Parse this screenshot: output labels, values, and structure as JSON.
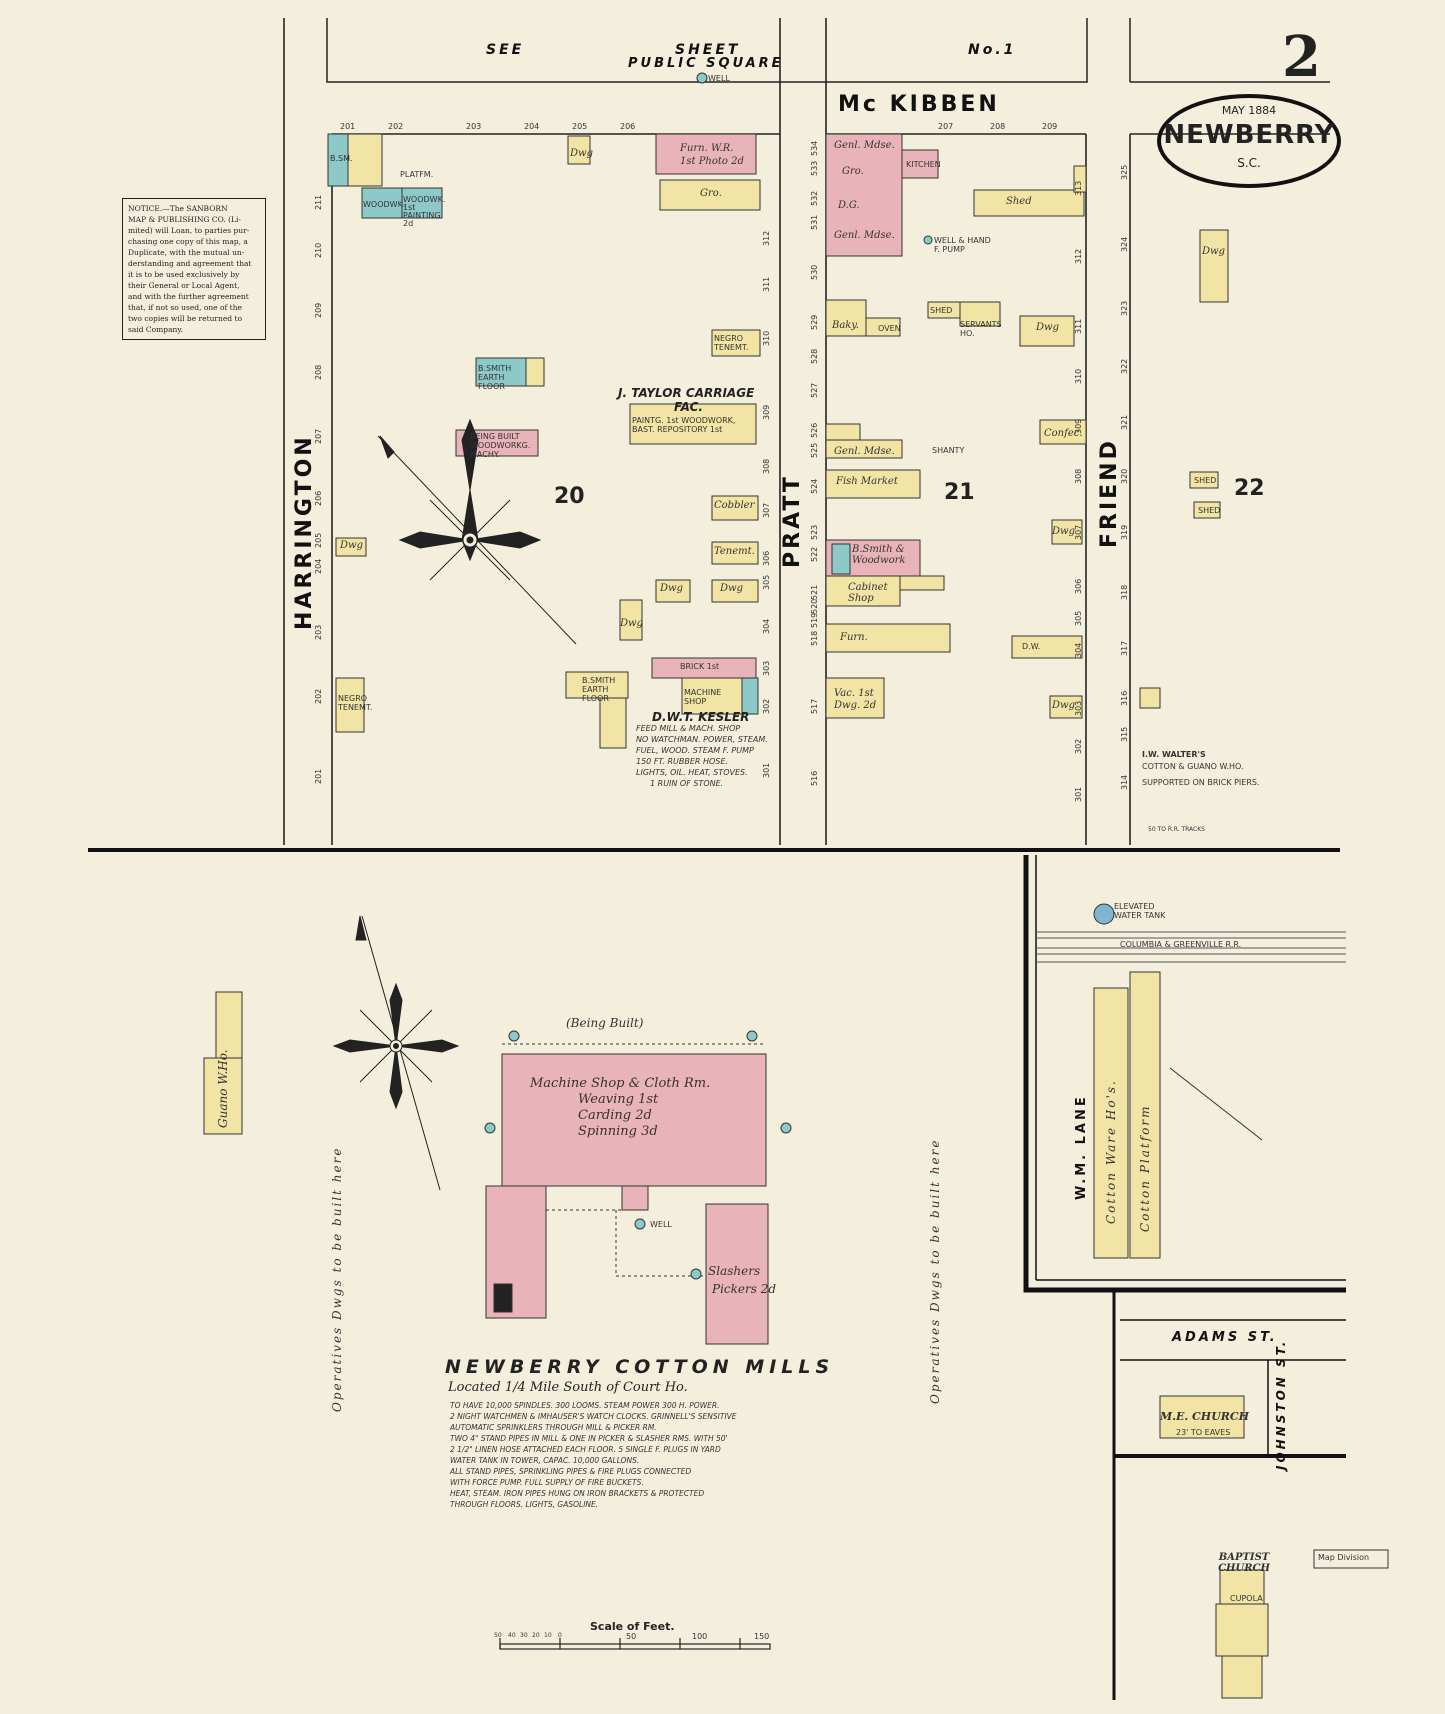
{
  "header": {
    "see_words": [
      "SEE",
      "SHEET",
      "No.1"
    ],
    "public_square": "PUBLIC SQUARE",
    "page_number": "2",
    "well_top": "WELL"
  },
  "logo": {
    "date": "MAY 1884",
    "town": "NEWBERRY",
    "state": "S.C."
  },
  "notice": {
    "lines": [
      "NOTICE.—The SANBORN",
      "MAP & PUBLISHING CO. (Li-",
      "mited) will Loan, to parties pur-",
      "chasing one copy of this map, a",
      "Duplicate, with the mutual un-",
      "derstanding and agreement that",
      "it is to be used exclusively by",
      "their General or Local Agent,",
      "and with the further agreement",
      "that, if not so used, one of the",
      "two copies will be returned to",
      "said Company."
    ]
  },
  "streets": {
    "mckibben": "Mc KIBBEN",
    "harrington": "HARRINGTON",
    "pratt": "PRATT",
    "friend": "FRIEND",
    "adams": "ADAMS ST.",
    "johnston": "JOHNSTON ST.",
    "railroad": "COLUMBIA & GREENVILLE R.R."
  },
  "blocks": {
    "b20": "20",
    "b21": "21",
    "b22": "22"
  },
  "house_numbers": {
    "mckibben_top": [
      "201",
      "202",
      "203",
      "204",
      "205",
      "206",
      "207",
      "208",
      "209"
    ],
    "harrington": [
      "211",
      "210",
      "209",
      "208",
      "207",
      "206",
      "205",
      "204",
      "203",
      "202",
      "201"
    ],
    "pratt_west": [
      "312",
      "311",
      "310",
      "309",
      "308",
      "307",
      "306",
      "305",
      "304",
      "303",
      "302",
      "301"
    ],
    "pratt_east": [
      "534",
      "533",
      "532",
      "531",
      "530",
      "529",
      "528",
      "527",
      "526",
      "525",
      "524",
      "523",
      "522",
      "521",
      "520",
      "519",
      "518",
      "517",
      "516"
    ],
    "friend_west": [
      "313",
      "312",
      "311",
      "310",
      "309",
      "308",
      "307",
      "306",
      "305",
      "304",
      "303",
      "302",
      "301"
    ],
    "friend_east": [
      "325",
      "324",
      "323",
      "322",
      "321",
      "320",
      "319",
      "318",
      "317",
      "316",
      "315",
      "314"
    ]
  },
  "buildings": {
    "block20": [
      {
        "label": "B.SM.",
        "color": "blue"
      },
      {
        "label": "PLATFM.",
        "color": "none"
      },
      {
        "label": "WOODWK.",
        "color": "blue"
      },
      {
        "label": "WOODWK. 1st PAINTING 2d",
        "color": "blue"
      },
      {
        "label": "Dwg",
        "color": "yellow"
      },
      {
        "label": "Furn. W.R. 1st Photo 2d",
        "color": "pink"
      },
      {
        "label": "Gro.",
        "color": "yellow"
      },
      {
        "label": "NEGRO TENEMT.",
        "color": "yellow"
      },
      {
        "label": "B.SMITH EARTH FLOOR",
        "color": "blue"
      },
      {
        "label": "J. TAYLOR CARRIAGE",
        "color": "none"
      },
      {
        "label": "FAC.",
        "color": "none"
      },
      {
        "label": "PAINTG. 1st WOODWORK, BAST. REPOSITORY 1st",
        "color": "yellow"
      },
      {
        "label": "BEING BUILT WOODWORKG. MACHY.",
        "color": "pink"
      },
      {
        "label": "Dwg",
        "color": "yellow"
      },
      {
        "label": "Cobbler",
        "color": "yellow"
      },
      {
        "label": "Tenemt.",
        "color": "yellow"
      },
      {
        "label": "Dwg",
        "color": "yellow"
      },
      {
        "label": "Dwg",
        "color": "yellow"
      },
      {
        "label": "Dwg",
        "color": "yellow"
      },
      {
        "label": "BRICK 1st",
        "color": "pink"
      },
      {
        "label": "B.SMITH EARTH FLOOR",
        "color": "yellow"
      },
      {
        "label": "MACHINE SHOP",
        "color": "yellow"
      },
      {
        "label": "NEGRO TENEMT.",
        "color": "yellow"
      }
    ],
    "block21": [
      {
        "label": "Genl. Mdse.",
        "color": "pink"
      },
      {
        "label": "KITCHEN",
        "color": "pink"
      },
      {
        "label": "Gro.",
        "color": "pink"
      },
      {
        "label": "D.G.",
        "color": "pink"
      },
      {
        "label": "Genl. Mdse.",
        "color": "pink"
      },
      {
        "label": "WELL & HAND F. PUMP",
        "color": "none"
      },
      {
        "label": "Shed",
        "color": "yellow"
      },
      {
        "label": "SHED",
        "color": "yellow"
      },
      {
        "label": "SERVANTS HO.",
        "color": "yellow"
      },
      {
        "label": "Baky.",
        "color": "yellow"
      },
      {
        "label": "OVEN",
        "color": "yellow"
      },
      {
        "label": "Dwg",
        "color": "yellow"
      },
      {
        "label": "Genl. Mdse.",
        "color": "yellow"
      },
      {
        "label": "Confec.",
        "color": "yellow"
      },
      {
        "label": "SHANTY",
        "color": "none"
      },
      {
        "label": "Fish Market",
        "color": "yellow"
      },
      {
        "label": "Dwg",
        "color": "yellow"
      },
      {
        "label": "B.Smith & Woodwork",
        "color": "pink"
      },
      {
        "label": "Cabinet Shop",
        "color": "yellow"
      },
      {
        "label": "Furn.",
        "color": "yellow"
      },
      {
        "label": "D.W.",
        "color": "yellow"
      },
      {
        "label": "Vac. 1st Dwg. 2d",
        "color": "yellow"
      },
      {
        "label": "Dwg",
        "color": "yellow"
      }
    ],
    "block22": [
      {
        "label": "Dwg",
        "color": "yellow"
      },
      {
        "label": "SHED",
        "color": "yellow"
      },
      {
        "label": "SHED",
        "color": "yellow"
      }
    ]
  },
  "kesler": {
    "title": "D.W.T. KESLER",
    "lines": [
      "FEED MILL & MACH. SHOP",
      "NO WATCHMAN. POWER, STEAM.",
      "FUEL, WOOD. STEAM F. PUMP",
      "150 FT. RUBBER HOSE.",
      "LIGHTS, OIL. HEAT, STOVES.",
      "1 RUIN OF STONE."
    ]
  },
  "walters": {
    "title": "I.W. WALTER'S",
    "lines": [
      "COTTON & GUANO W.HO.",
      "SUPPORTED ON BRICK PIERS."
    ],
    "note": "50 TO R.R. TRACKS"
  },
  "mill": {
    "being_built": "(Being Built)",
    "main_building_lines": [
      "Machine Shop & Cloth Rm.",
      "Weaving 1st",
      "Carding 2d",
      "Spinning 3d"
    ],
    "slashers": "Slashers",
    "pickers": "Pickers 2d",
    "well": "WELL",
    "title": "NEWBERRY COTTON MILLS",
    "subtitle": "Located 1/4 Mile South of Court Ho.",
    "notes": [
      "TO HAVE 10,000 SPINDLES. 300 LOOMS. STEAM POWER 300 H. POWER.",
      "2 NIGHT WATCHMEN & IMHAUSER'S WATCH CLOCKS. GRINNELL'S SENSITIVE",
      "AUTOMATIC SPRINKLERS THROUGH MILL & PICKER RM.",
      "TWO 4\" STAND PIPES IN MILL & ONE IN PICKER & SLASHER RMS. WITH 50'",
      "2 1/2\" LINEN HOSE ATTACHED EACH FLOOR. 5 SINGLE F. PLUGS IN YARD",
      "WATER TANK IN TOWER, CAPAC. 10,000 GALLONS.",
      "ALL STAND PIPES, SPRINKLING PIPES & FIRE PLUGS CONNECTED",
      "WITH FORCE PUMP. FULL SUPPLY OF FIRE BUCKETS.",
      "HEAT, STEAM. IRON PIPES HUNG ON IRON BRACKETS & PROTECTED",
      "THROUGH FLOORS. LIGHTS, GASOLINE."
    ],
    "operatives_left": "Operatives Dwgs to be built here",
    "operatives_right": "Operatives Dwgs to be built here"
  },
  "guano": "Guano W.Ho.",
  "lane": {
    "name": "W.M. LANE",
    "warehouse": "Cotton Ware Ho's.",
    "platform": "Cotton Platform",
    "tank": "ELEVATED WATER TANK"
  },
  "churches": {
    "me": "M.E. CHURCH",
    "me_note": "23' TO EAVES",
    "baptist": "BAPTIST CHURCH",
    "cupola": "CUPOLA"
  },
  "scale": {
    "label": "Scale of Feet.",
    "ticks": [
      "50",
      "40",
      "30",
      "20",
      "10",
      "0",
      "50",
      "100",
      "150"
    ],
    "map_division": "Map Division"
  },
  "colors": {
    "paper": "#f4efdd",
    "pink": "#e9b3ba",
    "yellow": "#f2e4a4",
    "blue": "#8ec9c9",
    "ink": "#1a1a1a"
  }
}
